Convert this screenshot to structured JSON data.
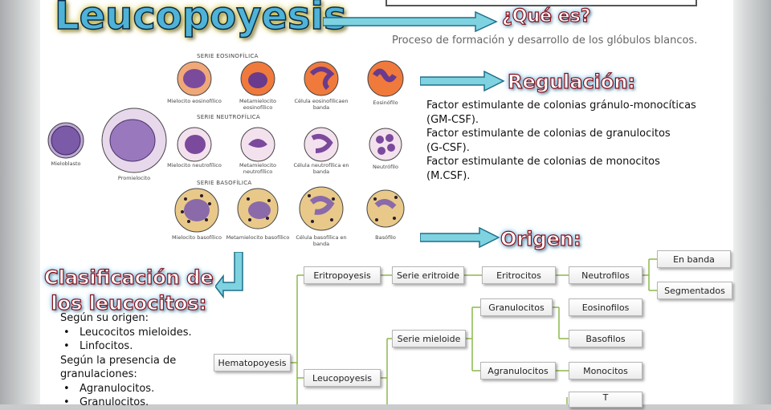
{
  "title": "Leucopoyesis",
  "what": {
    "heading": "¿Qué es?",
    "text": "Proceso de formación y desarrollo de los glóbulos blancos."
  },
  "regulation": {
    "heading": "Regulación:",
    "items": [
      "Factor estimulante de colonias gránulo-monocíticas",
      "(GM-CSF).",
      "Factor estimulante de colonias de granulocitos",
      "(G-CSF).",
      "Factor estimulante de colonias de monocitos",
      "(M.CSF)."
    ]
  },
  "origin": {
    "heading": "Origen:"
  },
  "classification": {
    "heading_line1": "Clasificación de",
    "heading_line2": "los leucocitos:",
    "lines": [
      {
        "text": "Según su origen:",
        "bullet": false
      },
      {
        "text": "Leucocitos mieloides.",
        "bullet": true
      },
      {
        "text": "Linfocitos.",
        "bullet": true
      },
      {
        "text": "Según la presencia de",
        "bullet": false
      },
      {
        "text": "granulaciones:",
        "bullet": false
      },
      {
        "text": "Agranulocitos.",
        "bullet": true
      },
      {
        "text": "Granulocitos.",
        "bullet": true
      }
    ]
  },
  "illustration": {
    "series": [
      "SERIE EOSINOFÍLICA",
      "SERIE NEUTROFÍLICA",
      "SERIE BASOFÍLICA"
    ],
    "labels": {
      "mieloblasto": "Mieloblasto",
      "promielocito": "Promielocito",
      "eo1": "Mielocito eosinofílico",
      "eo2": "Metamielocito eosinofílico",
      "eo3": "Célula eosinofílicaen banda",
      "eo4": "Eosinófilo",
      "ne1": "Mielocito neutrofílico",
      "ne2": "Metamielocito neutrofílico",
      "ne3": "Célula neutrofílica en banda",
      "ne4": "Neutrófilo",
      "ba1": "Mielocito basofílico",
      "ba2": "Metamielocito basofílico",
      "ba3": "Célula basofílica en banda",
      "ba4": "Basófilo"
    },
    "colors": {
      "eosin_cyto": "#f07a3c",
      "eosin_nucleus": "#6a3a8c",
      "neutro_cyto": "#f3e2ee",
      "neutro_nucleus": "#7b4a9c",
      "baso_cyto": "#e9c98a",
      "baso_granule": "#2a1e2e"
    }
  },
  "tree": {
    "hematopoyesis": "Hematopoyesis",
    "eritropoyesis": "Eritropoyesis",
    "leucopoyesis": "Leucopoyesis",
    "serie_eritroide": "Serie eritroide",
    "serie_mieloide": "Serie mieloide",
    "eritrocitos": "Eritrocitos",
    "granulocitos": "Granulocitos",
    "agranulocitos": "Agranulocitos",
    "neutrofilos": "Neutrofilos",
    "eosinofilos": "Eosinofilos",
    "basofilos": "Basofilos",
    "monocitos": "Monocitos",
    "en_banda": "En banda",
    "segmentados": "Segmentados",
    "cut_label": "T"
  },
  "colors": {
    "arrow_fill": "#7fd3e0",
    "arrow_stroke": "#1f6f8b",
    "title_fill": "#4fb3d8"
  }
}
